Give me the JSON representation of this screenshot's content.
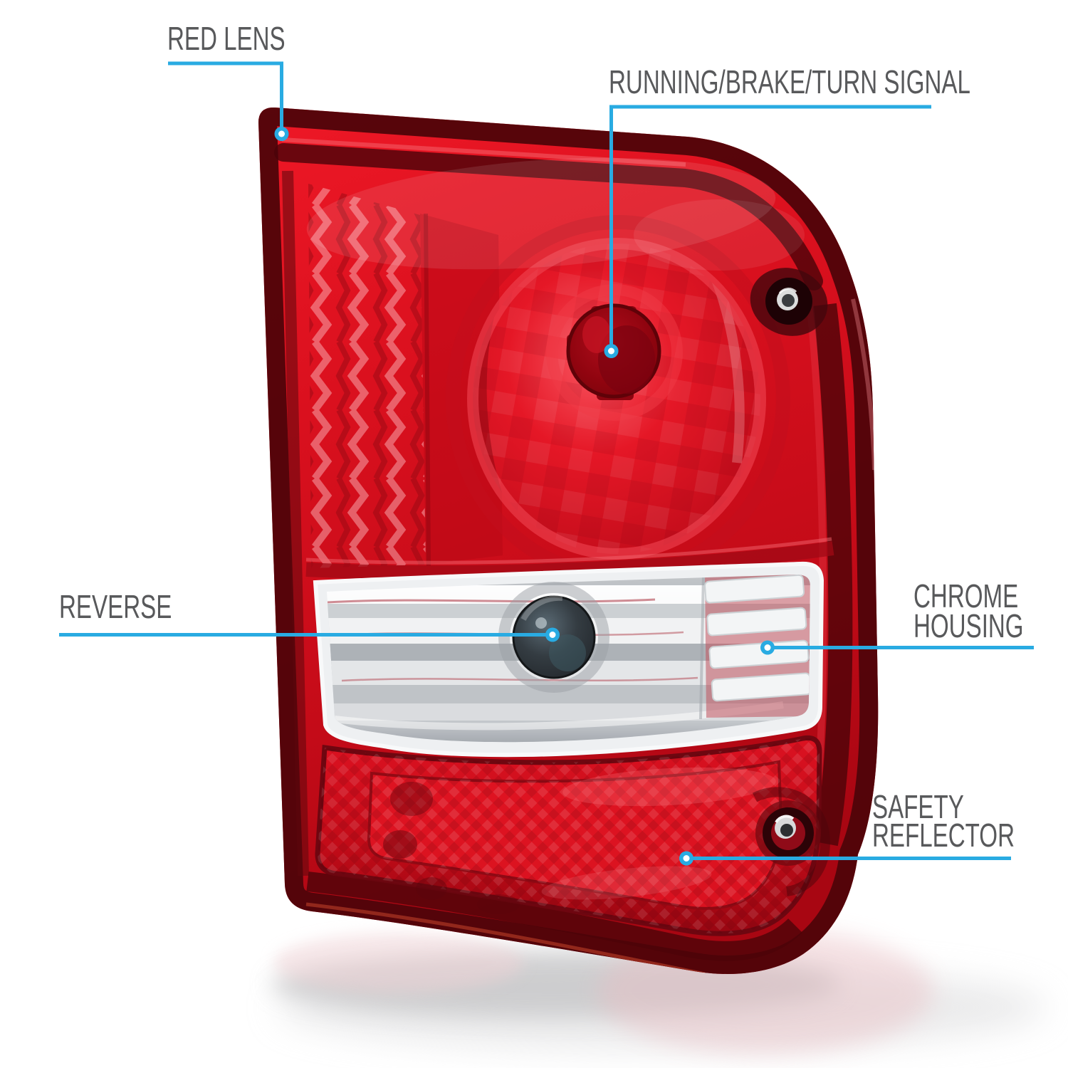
{
  "callouts": {
    "red_lens": {
      "label": "RED LENS"
    },
    "running_brake_turn_signal": {
      "label": "RUNNING/BRAKE/TURN SIGNAL"
    },
    "reverse": {
      "label": "REVERSE"
    },
    "chrome_housing": {
      "line1": "CHROME",
      "line2": "HOUSING"
    },
    "safety_reflector": {
      "line1": "SAFETY",
      "line2": "REFLECTOR"
    }
  },
  "colors": {
    "callout_line": "#29ABE2",
    "dot_center": "#FFFFFF",
    "label_text": "#58595B",
    "lens_red": "#DE0F1E",
    "rim_dark": "#55050B",
    "chrome": "#D8DBDE",
    "background": "#FFFFFF"
  }
}
